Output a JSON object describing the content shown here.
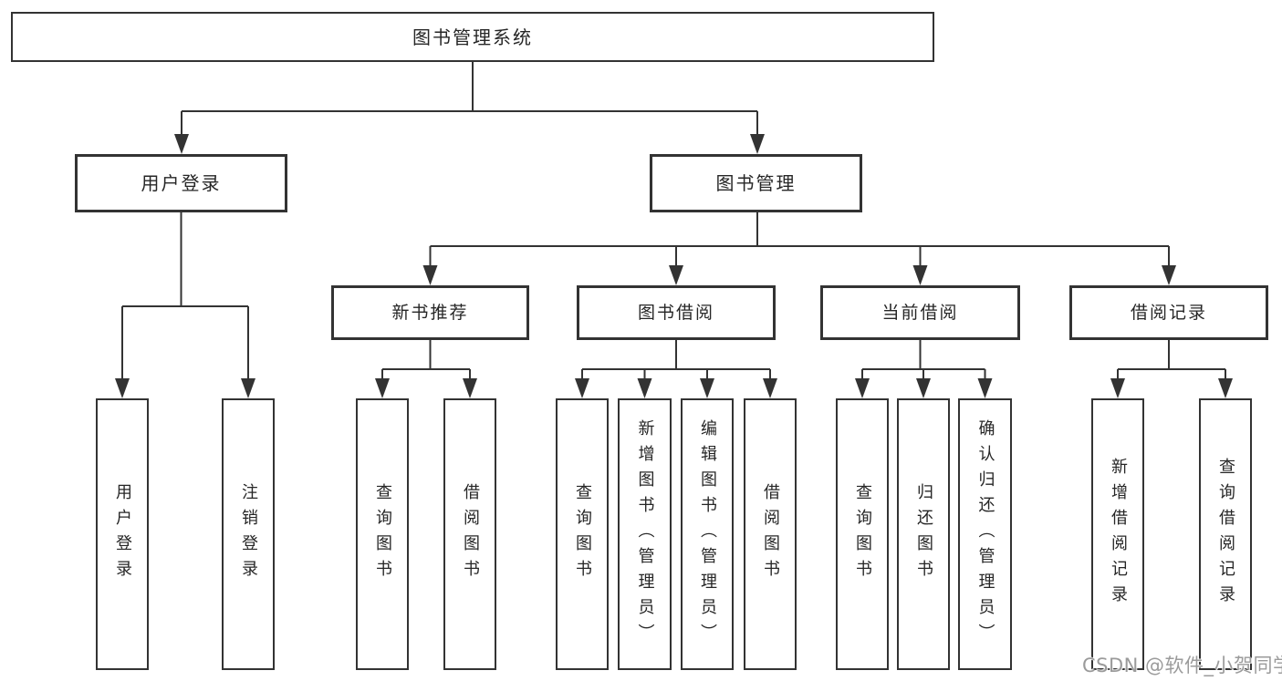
{
  "diagram": {
    "root": "图书管理系统",
    "level1": [
      {
        "label": "用户登录",
        "children": [
          "用户登录",
          "注销登录"
        ]
      },
      {
        "label": "图书管理",
        "modules": [
          {
            "label": "新书推荐",
            "children": [
              "查询图书",
              "借阅图书"
            ]
          },
          {
            "label": "图书借阅",
            "children": [
              "查询图书",
              "新增图书（管理员）",
              "编辑图书（管理员）",
              "借阅图书"
            ]
          },
          {
            "label": "当前借阅",
            "children": [
              "查询图书",
              "归还图书",
              "确认归还（管理员）"
            ]
          },
          {
            "label": "借阅记录",
            "children": [
              "新增借阅记录",
              "查询借阅记录"
            ]
          }
        ]
      }
    ]
  },
  "watermark": "CSDN @软件_小贺同学",
  "colors": {
    "line": "#333333",
    "node_border": "#333333",
    "text": "#262626",
    "background": "#ffffff",
    "watermark": "#9b9b9b"
  }
}
